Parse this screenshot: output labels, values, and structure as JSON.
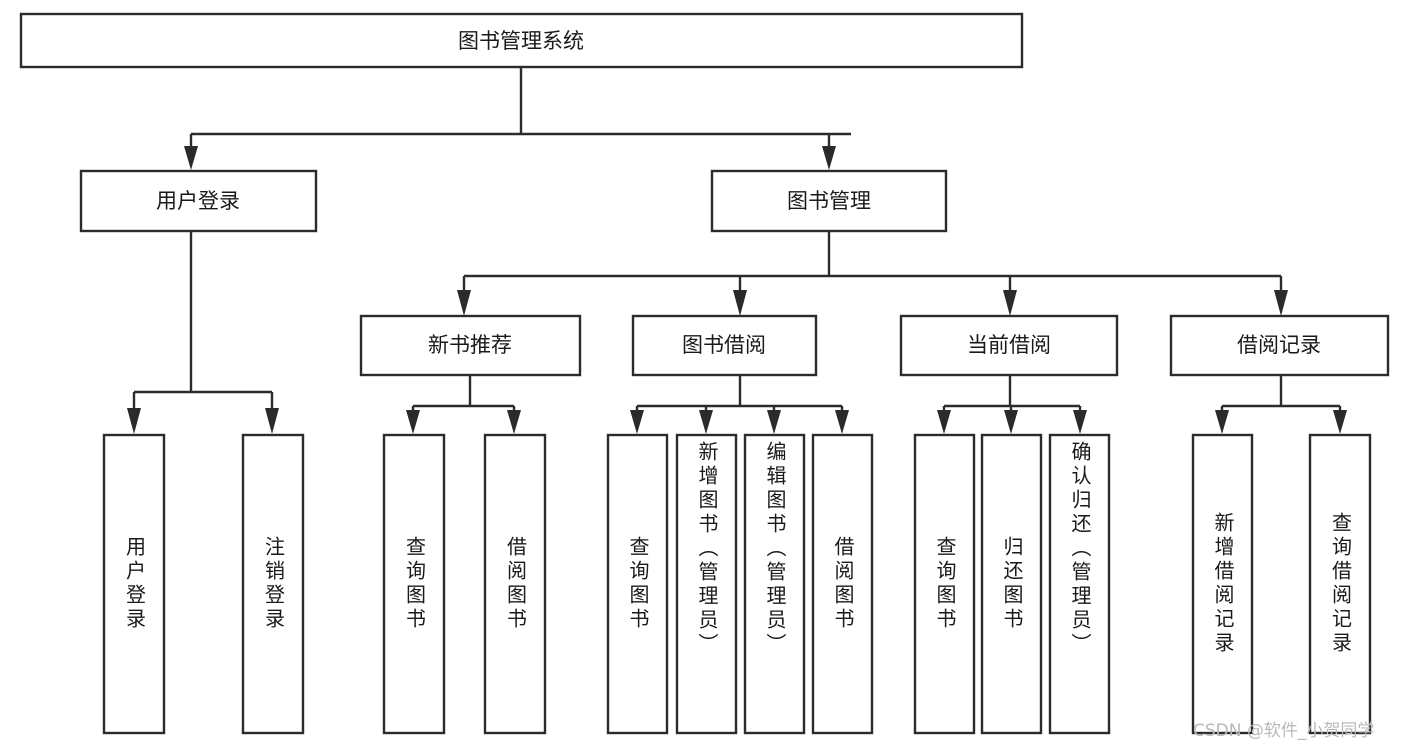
{
  "diagram": {
    "type": "hierarchy-tree",
    "title": "图书管理系统",
    "orientation": "top-down",
    "levels": 4,
    "nodes": {
      "root": {
        "label": "图书管理系统",
        "level": 0
      },
      "l1": [
        {
          "id": "user-login",
          "label": "用户登录",
          "level": 1
        },
        {
          "id": "book-manage",
          "label": "图书管理",
          "level": 1
        }
      ],
      "l2": [
        {
          "id": "new-book-recommend",
          "label": "新书推荐",
          "level": 2,
          "parent": "book-manage"
        },
        {
          "id": "book-borrow",
          "label": "图书借阅",
          "level": 2,
          "parent": "book-manage"
        },
        {
          "id": "current-borrow",
          "label": "当前借阅",
          "level": 2,
          "parent": "book-manage"
        },
        {
          "id": "borrow-record",
          "label": "借阅记录",
          "level": 2,
          "parent": "book-manage"
        }
      ],
      "leaves": [
        {
          "id": "leaf-user-login",
          "label": "用户登录",
          "parent": "user-login"
        },
        {
          "id": "leaf-logout",
          "label": "注销登录",
          "parent": "user-login"
        },
        {
          "id": "leaf-query-book-1",
          "label": "查询图书",
          "parent": "new-book-recommend"
        },
        {
          "id": "leaf-borrow-book-1",
          "label": "借阅图书",
          "parent": "new-book-recommend"
        },
        {
          "id": "leaf-query-book-2",
          "label": "查询图书",
          "parent": "book-borrow"
        },
        {
          "id": "leaf-add-book",
          "label": "新增图书（管理员）",
          "parent": "book-borrow"
        },
        {
          "id": "leaf-edit-book",
          "label": "编辑图书（管理员）",
          "parent": "book-borrow"
        },
        {
          "id": "leaf-borrow-book-2",
          "label": "借阅图书",
          "parent": "book-borrow"
        },
        {
          "id": "leaf-query-book-3",
          "label": "查询图书",
          "parent": "current-borrow"
        },
        {
          "id": "leaf-return-book",
          "label": "归还图书",
          "parent": "current-borrow"
        },
        {
          "id": "leaf-confirm-return",
          "label": "确认归还（管理员）",
          "parent": "current-borrow"
        },
        {
          "id": "leaf-add-record",
          "label": "新增借阅记录",
          "parent": "borrow-record"
        },
        {
          "id": "leaf-query-record",
          "label": "查询借阅记录",
          "parent": "borrow-record"
        }
      ]
    },
    "colors": {
      "stroke": "#2b2b2b",
      "fill": "#ffffff",
      "text": "#1a1a1a",
      "watermark": "#b9b9b9"
    }
  },
  "watermark": {
    "text": "CSDN @软件_小贺同学"
  }
}
